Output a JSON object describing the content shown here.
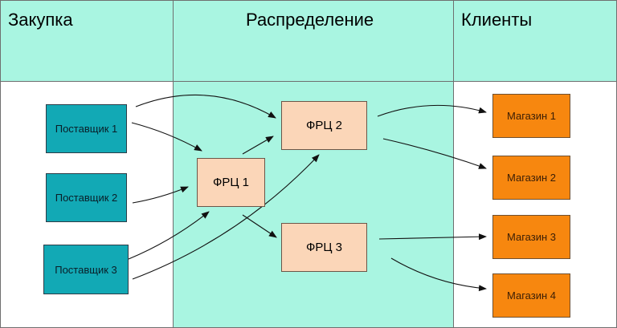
{
  "lanes": [
    {
      "key": "procurement",
      "label": "Закупка"
    },
    {
      "key": "distribution",
      "label": "Распределение"
    },
    {
      "key": "clients",
      "label": "Клиенты"
    }
  ],
  "colors": {
    "header_fill": "#a9f5e1",
    "middle_body_fill": "#a9f5e1",
    "side_body_fill": "#ffffff",
    "supplier_fill": "#12a9b5",
    "frc_fill": "#fbd6b8",
    "store_fill": "#f7870f",
    "arrow": "#111111"
  },
  "nodes": {
    "suppliers": [
      {
        "id": "s1",
        "label": "Поставщик 1"
      },
      {
        "id": "s2",
        "label": "Поставщик 2"
      },
      {
        "id": "s3",
        "label": "Поставщик 3"
      }
    ],
    "frcs": [
      {
        "id": "f1",
        "label": "ФРЦ 1"
      },
      {
        "id": "f2",
        "label": "ФРЦ 2"
      },
      {
        "id": "f3",
        "label": "ФРЦ 3"
      }
    ],
    "stores": [
      {
        "id": "m1",
        "label": "Магазин 1"
      },
      {
        "id": "m2",
        "label": "Магазин 2"
      },
      {
        "id": "m3",
        "label": "Магазин 3"
      },
      {
        "id": "m4",
        "label": "Магазин 4"
      }
    ]
  },
  "edges": [
    {
      "from": "s1",
      "to": "f2"
    },
    {
      "from": "s1",
      "to": "f1"
    },
    {
      "from": "s2",
      "to": "f1"
    },
    {
      "from": "s3",
      "to": "f1"
    },
    {
      "from": "s3",
      "to": "f2"
    },
    {
      "from": "f1",
      "to": "f2"
    },
    {
      "from": "f1",
      "to": "f3"
    },
    {
      "from": "f2",
      "to": "m1"
    },
    {
      "from": "f2",
      "to": "m2"
    },
    {
      "from": "f3",
      "to": "m3"
    },
    {
      "from": "f3",
      "to": "m4"
    }
  ]
}
